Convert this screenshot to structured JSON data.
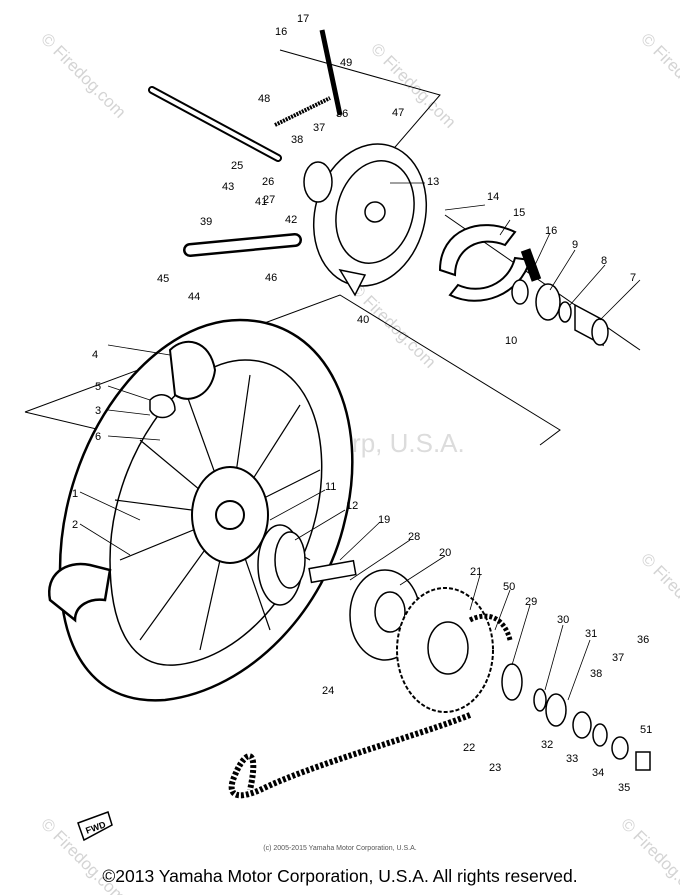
{
  "footer": "©2013 Yamaha Motor Corporation, U.S.A. All rights reserved.",
  "small_credit": "(c) 2005-2015 Yamaha Motor Corporation, U.S.A.",
  "center_watermark": "Yamaha Motor Corp, U.S.A.",
  "watermark": "© Firedog.com",
  "fwd_label": "FWD",
  "callouts": [
    "17",
    "16",
    "49",
    "48",
    "36",
    "47",
    "37",
    "38",
    "25",
    "26",
    "27",
    "13",
    "14",
    "15",
    "16",
    "9",
    "8",
    "7",
    "43",
    "41",
    "39",
    "42",
    "46",
    "45",
    "44",
    "40",
    "10",
    "4",
    "5",
    "3",
    "6",
    "1",
    "2",
    "11",
    "12",
    "19",
    "28",
    "20",
    "21",
    "50",
    "29",
    "30",
    "31",
    "36",
    "37",
    "38",
    "51",
    "24",
    "22",
    "23",
    "32",
    "33",
    "34",
    "35"
  ]
}
